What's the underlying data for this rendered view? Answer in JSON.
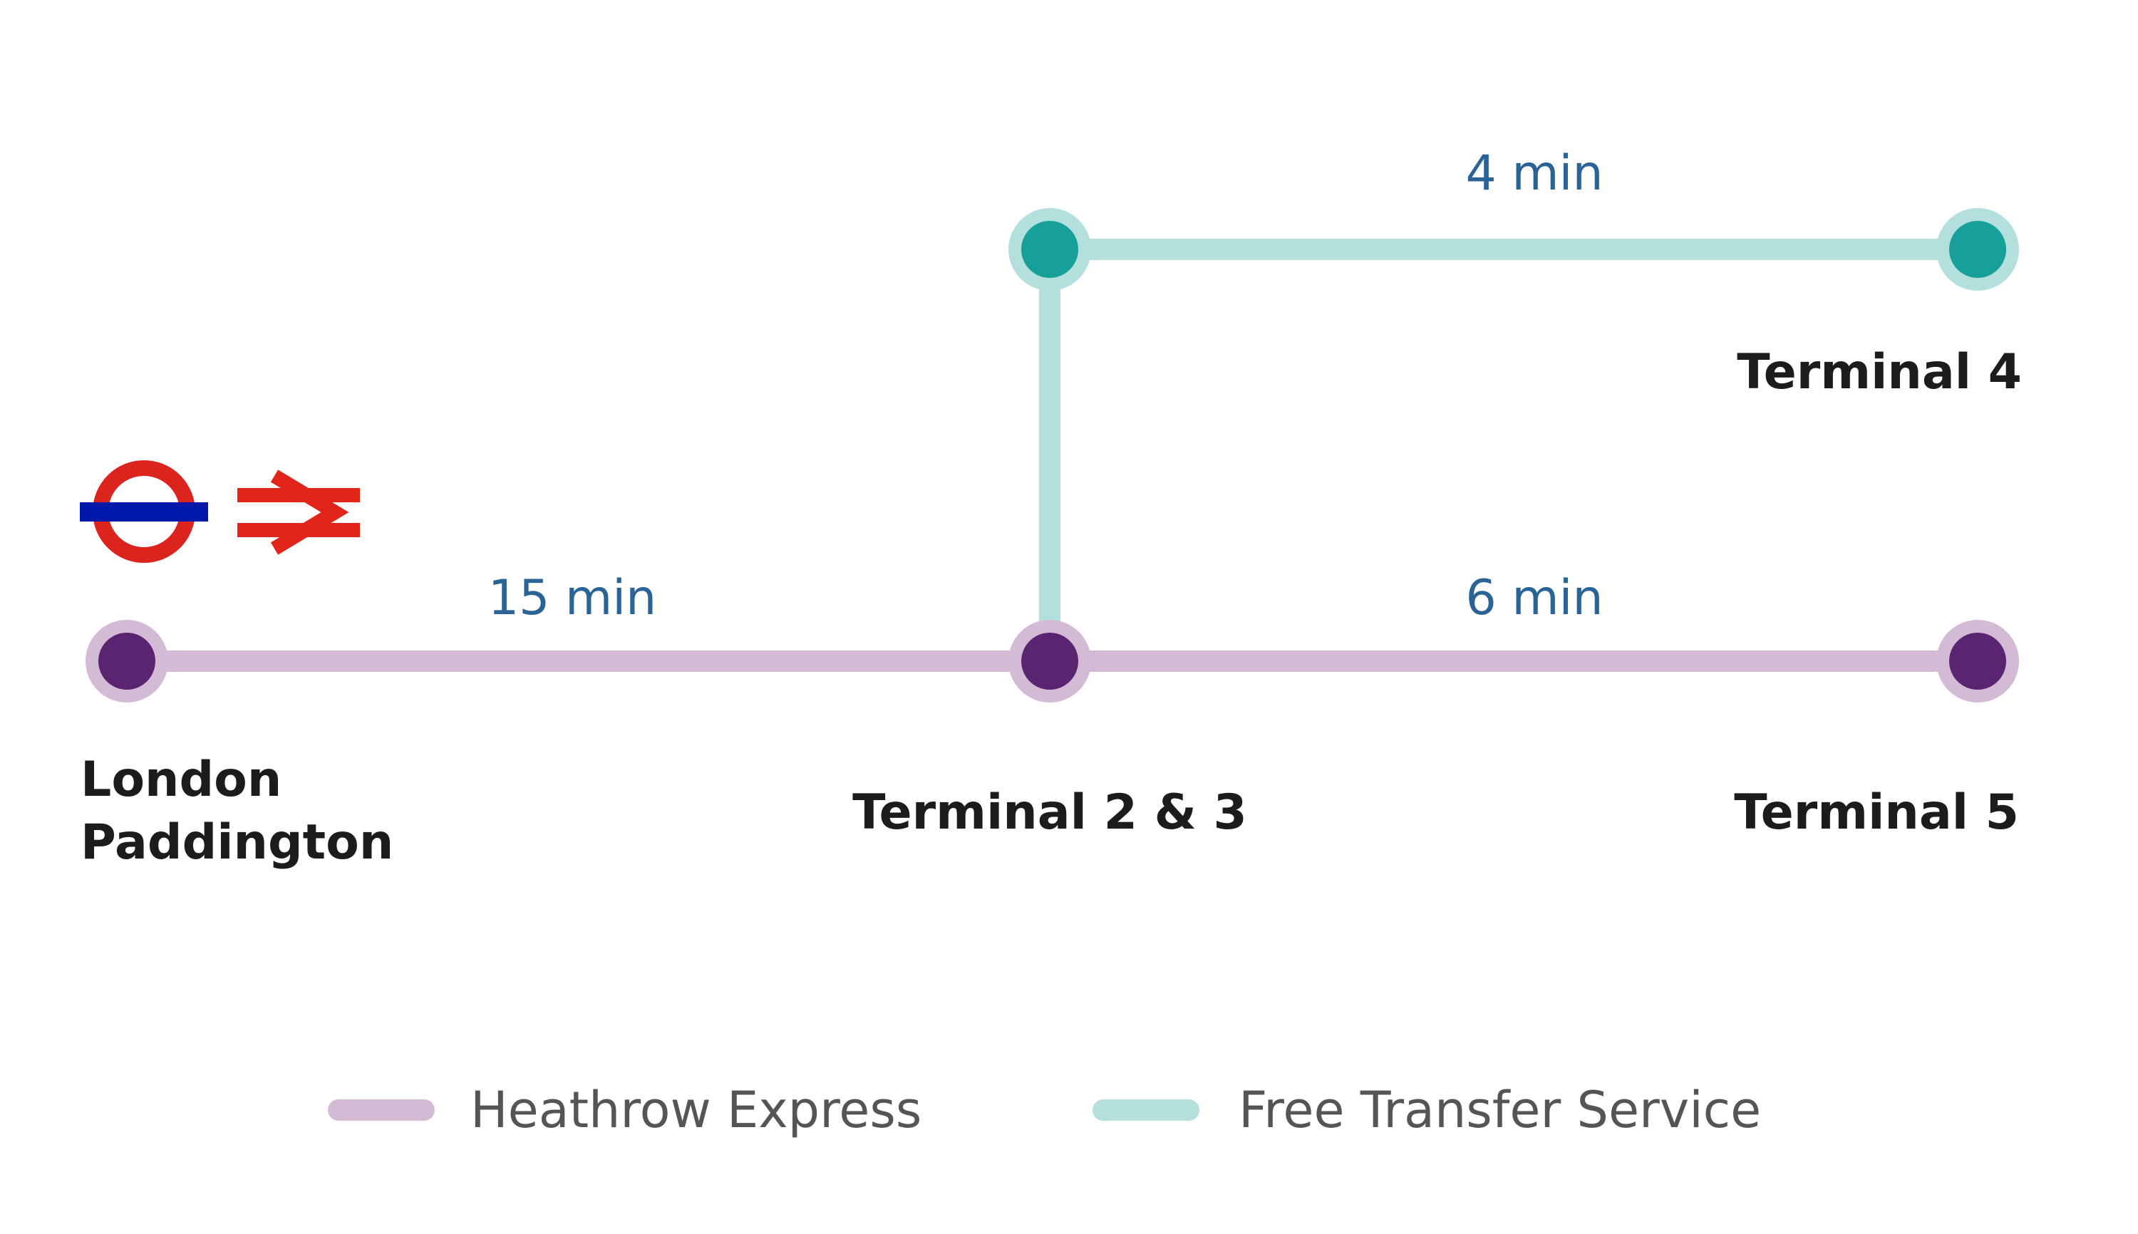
{
  "colors": {
    "heathrow_express_line": "#d3bbd6",
    "heathrow_express_node": "#5a2470",
    "free_transfer_line": "#b3e0dd",
    "free_transfer_node": "#179f99",
    "time_text": "#2a6396",
    "station_text": "#1c1c1c",
    "legend_text": "#555555",
    "underground_roundel": "#dc241f",
    "underground_bar": "#0019a8",
    "national_rail": "#e1251b"
  },
  "icons": [
    "london-underground-roundel-icon",
    "national-rail-double-arrow-icon"
  ],
  "stations": {
    "paddington": {
      "line1": "London",
      "line2": "Paddington"
    },
    "terminal_2_3": {
      "label": "Terminal 2 & 3"
    },
    "terminal_4": {
      "label": "Terminal 4"
    },
    "terminal_5": {
      "label": "Terminal 5"
    }
  },
  "segments": {
    "paddington_to_t23": {
      "time": "15 min",
      "service": "Heathrow Express"
    },
    "t23_to_t4": {
      "time": "4 min",
      "service": "Free Transfer Service"
    },
    "t23_to_t5": {
      "time": "6 min",
      "service": "Heathrow Express"
    }
  },
  "legend": {
    "heathrow_express": "Heathrow Express",
    "free_transfer": "Free Transfer Service"
  }
}
